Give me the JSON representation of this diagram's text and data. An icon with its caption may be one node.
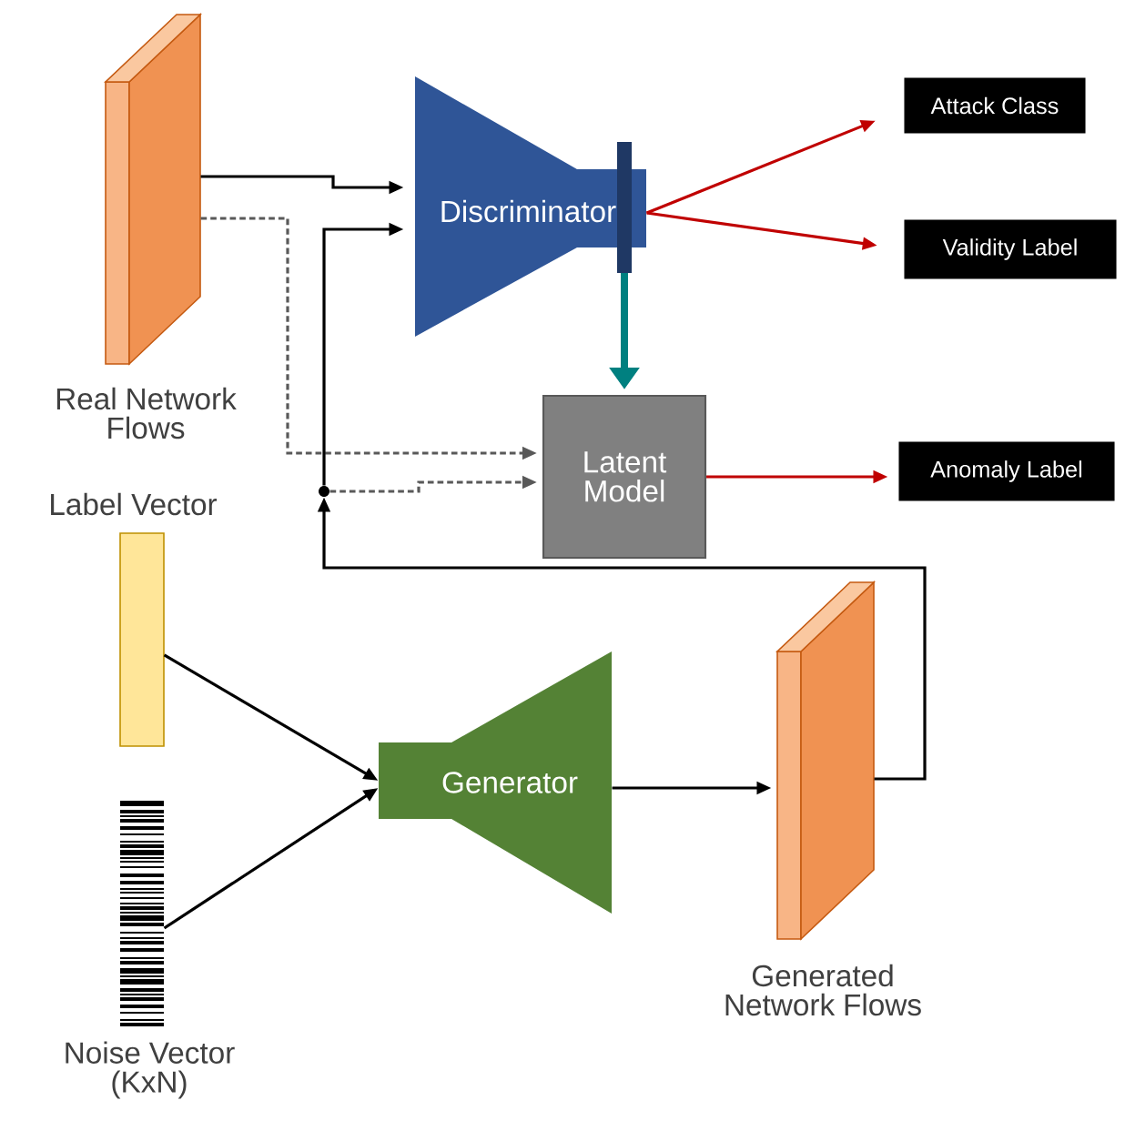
{
  "diagram": {
    "nodes": [
      {
        "text": [
          "Real Network Flows"
        ]
      },
      {
        "text": [
          "Discriminator"
        ]
      },
      {
        "text": [
          "Attack Class"
        ]
      },
      {
        "text": [
          "Validity Label"
        ]
      },
      {
        "text": [
          "Latent Model"
        ]
      },
      {
        "text": [
          "Anomaly Label"
        ]
      },
      {
        "text": [
          "Label Vector"
        ]
      },
      {
        "text": [
          "Noise Vector (KxN)"
        ]
      },
      {
        "text": [
          "Generator"
        ]
      },
      {
        "text": [
          "Generated Network Flows"
        ]
      },
      {
        "text": [],
        "shape": "circle"
      }
    ],
    "edges": [
      {
        "from": 0,
        "to": 1,
        "arrow": "to"
      },
      {
        "from": 0,
        "to": 4,
        "arrow": "to",
        "style": "dashed",
        "color": "#595959"
      },
      {
        "from": 1,
        "to": 2,
        "arrow": "to",
        "color": "#c00000"
      },
      {
        "from": 1,
        "to": 3,
        "arrow": "to",
        "color": "#c00000"
      },
      {
        "from": 1,
        "to": 4,
        "arrow": "to",
        "style": "thick",
        "color": "#008080"
      },
      {
        "from": 4,
        "to": 5,
        "arrow": "to",
        "color": "#c00000"
      },
      {
        "from": 6,
        "to": 8,
        "arrow": "to"
      },
      {
        "from": 7,
        "to": 8,
        "arrow": "to"
      },
      {
        "from": 8,
        "to": 9,
        "arrow": "to"
      },
      {
        "from": 9,
        "to": 10,
        "arrow": "to"
      },
      {
        "from": 10,
        "to": 1,
        "arrow": "to"
      },
      {
        "from": 10,
        "to": 4,
        "arrow": "to",
        "style": "dashed",
        "color": "#595959"
      }
    ]
  }
}
